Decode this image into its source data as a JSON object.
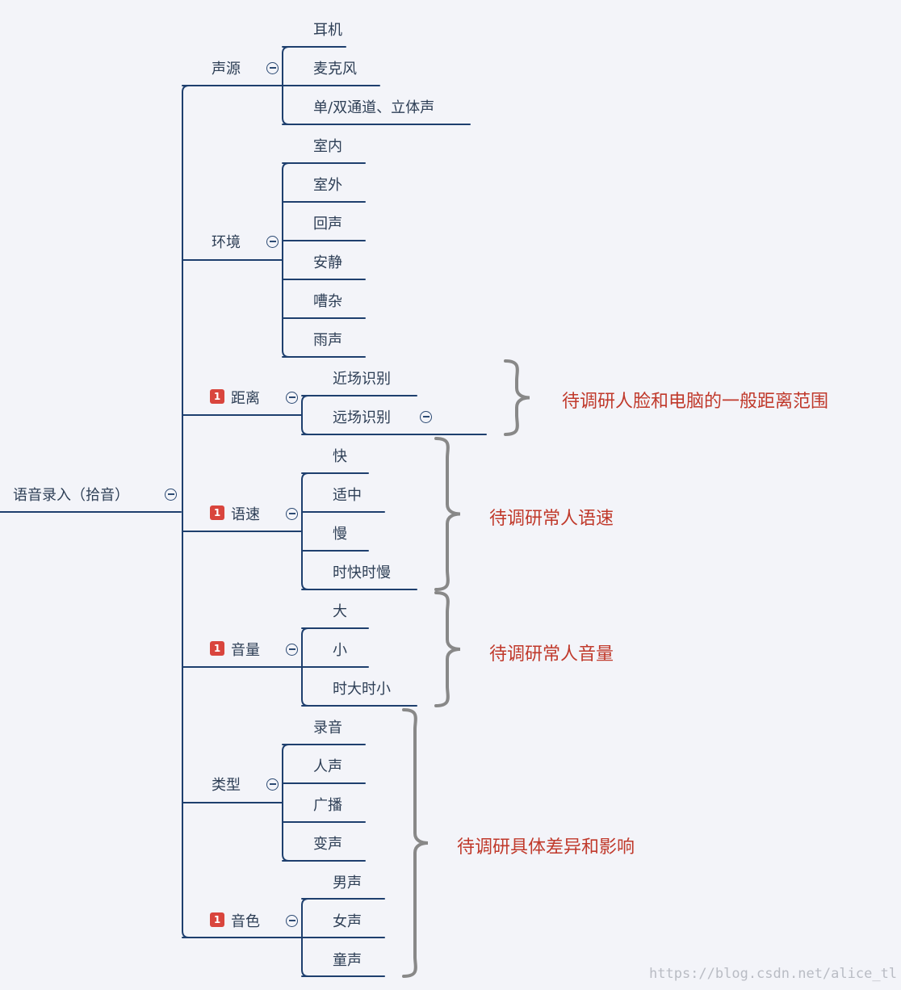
{
  "root": {
    "label": "语音录入（拾音）"
  },
  "branches": [
    {
      "label": "声源",
      "flagged": false,
      "children": [
        "耳机",
        "麦克风",
        "单/双通道、立体声"
      ]
    },
    {
      "label": "环境",
      "flagged": false,
      "children": [
        "室内",
        "室外",
        "回声",
        "安静",
        "嘈杂",
        "雨声"
      ]
    },
    {
      "label": "距离",
      "flagged": true,
      "children": [
        "近场识别",
        "远场识别"
      ]
    },
    {
      "label": "语速",
      "flagged": true,
      "children": [
        "快",
        "适中",
        "慢",
        "时快时慢"
      ]
    },
    {
      "label": "音量",
      "flagged": true,
      "children": [
        "大",
        "小",
        "时大时小"
      ]
    },
    {
      "label": "类型",
      "flagged": false,
      "children": [
        "录音",
        "人声",
        "广播",
        "变声"
      ]
    },
    {
      "label": "音色",
      "flagged": true,
      "children": [
        "男声",
        "女声",
        "童声"
      ]
    }
  ],
  "badge_text": "1",
  "notes": [
    "待调研人脸和电脑的一般距离范围",
    "待调研常人语速",
    "待调研常人音量",
    "待调研具体差异和影响"
  ],
  "watermark": "https://blog.csdn.net/alice_tl",
  "colors": {
    "line": "#1e3f6e",
    "note": "#c0392b",
    "badge": "#d9453d",
    "bracket": "#888888"
  }
}
